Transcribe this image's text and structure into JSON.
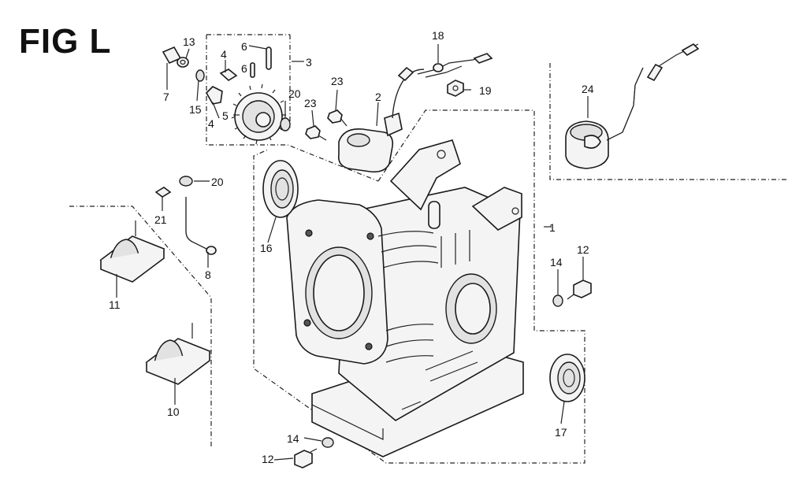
{
  "figure": {
    "title": "FIG L"
  },
  "callouts": [
    "1",
    "2",
    "3",
    "4",
    "4",
    "5",
    "6",
    "6",
    "7",
    "8",
    "10",
    "11",
    "12",
    "12",
    "13",
    "14",
    "14",
    "15",
    "16",
    "17",
    "18",
    "19",
    "20",
    "20",
    "21",
    "23",
    "23",
    "24"
  ]
}
